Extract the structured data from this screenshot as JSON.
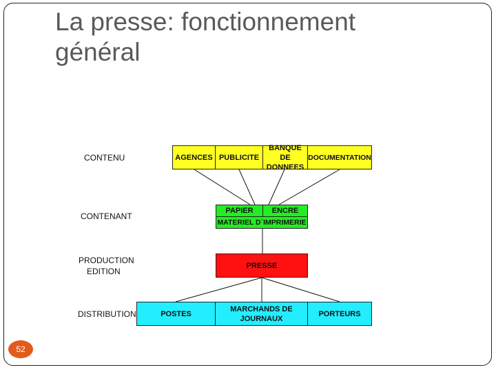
{
  "title": {
    "line1": "La presse: fonctionnement",
    "line2": "général"
  },
  "rows": {
    "contenu": "CONTENU",
    "contenant": "CONTENANT",
    "production_1": "PRODUCTION",
    "production_2": "EDITION",
    "distribution": "DISTRIBUTION"
  },
  "contenu_boxes": [
    "AGENCES",
    "PUBLICITE",
    "BANQUE DE\nDONNEES",
    "DOCUMENTATION"
  ],
  "contenant_boxes": {
    "papier": "PAPIER",
    "encre": "ENCRE",
    "materiel": "MATERIEL D`IMPRIMERIE"
  },
  "production_box": "PRESSE",
  "distribution_boxes": [
    "POSTES",
    "MARCHANDS DE\nJOURNAUX",
    "PORTEURS"
  ],
  "colors": {
    "contenu": "#ffff22",
    "contenant": "#22ee22",
    "production": "#ff1111",
    "distribution": "#22eeff",
    "accent": "#e25b1c"
  },
  "page_number": "52"
}
